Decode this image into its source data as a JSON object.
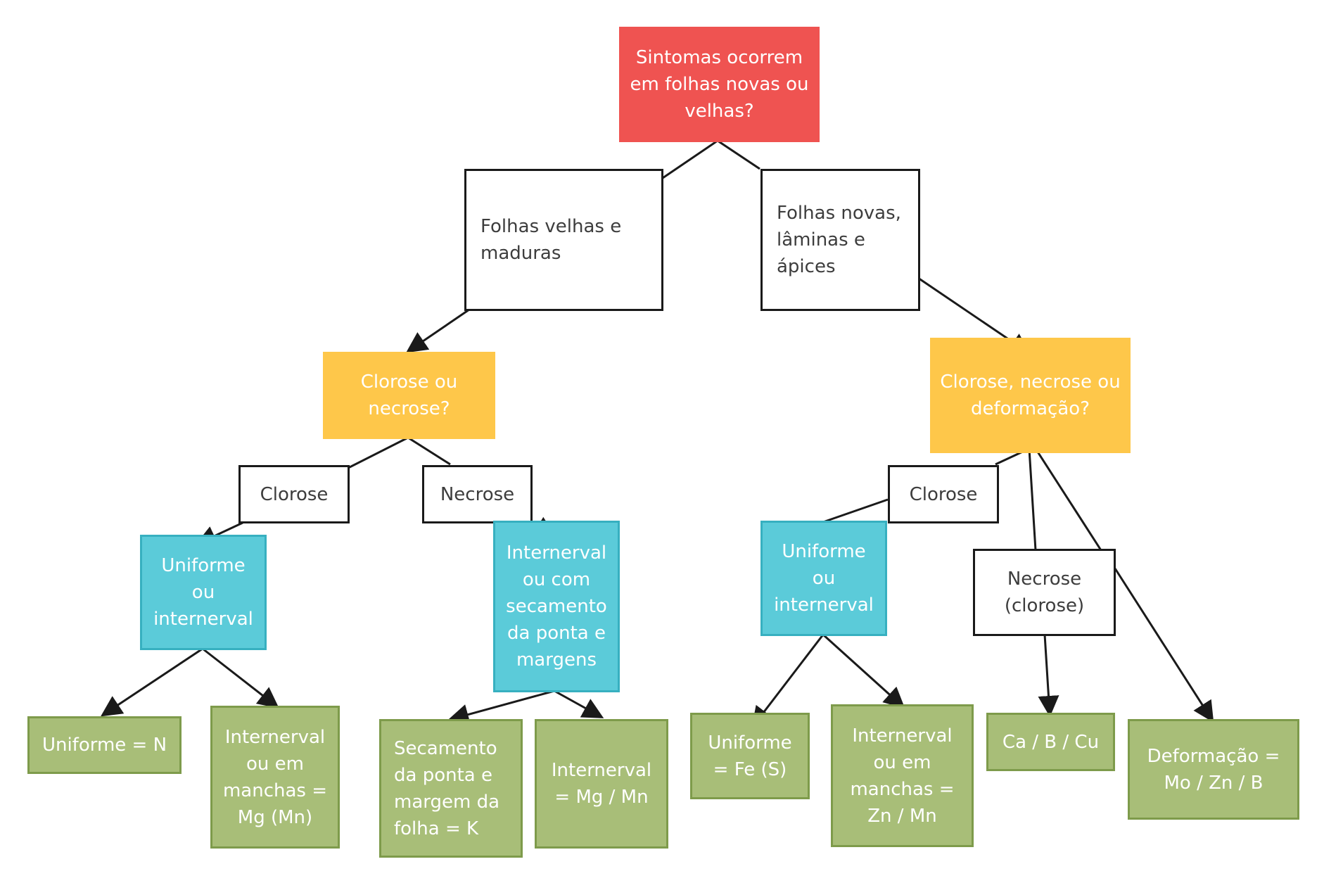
{
  "nodes": {
    "root": "Sintomas ocorrem\nem folhas novas ou\nvelhas?",
    "old_leaves": "Folhas velhas e\nmaduras",
    "new_leaves": "Folhas novas,\nlâminas e\nápices",
    "q_left": "Clorose ou\nnecrose?",
    "q_right": "Clorose, necrose ou\ndeformação?",
    "chlorosis_left": "Clorose",
    "necrosis_left": "Necrose",
    "chlorosis_right": "Clorose",
    "uniform_left": "Uniforme\nou\ninternerval",
    "interveinal_tip": "Internerval\nou com\nsecamento\nda ponta e\nmargens",
    "uniform_right": "Uniforme\nou\ninternerval",
    "necrosis_right": "Necrose\n(clorose)",
    "r_n": "Uniforme = N",
    "r_mg_mn": "Internerval\nou em\nmanchas =\nMg (Mn)",
    "r_k": "Secamento\nda ponta e\nmargem da\nfolha = K",
    "r_mg_mn2": "Internerval\n= Mg / Mn",
    "r_fe": "Uniforme\n= Fe (S)",
    "r_zn_mn": "Internerval\nou em\nmanchas =\nZn / Mn",
    "r_ca": "Ca / B / Cu",
    "r_mo": "Deformação =\nMo / Zn / B"
  },
  "colors": {
    "root": "#ef5351",
    "question": "#fec74a",
    "pattern": "#5bcbd9",
    "result": "#a8be78",
    "edge": "#1a1a1a"
  }
}
